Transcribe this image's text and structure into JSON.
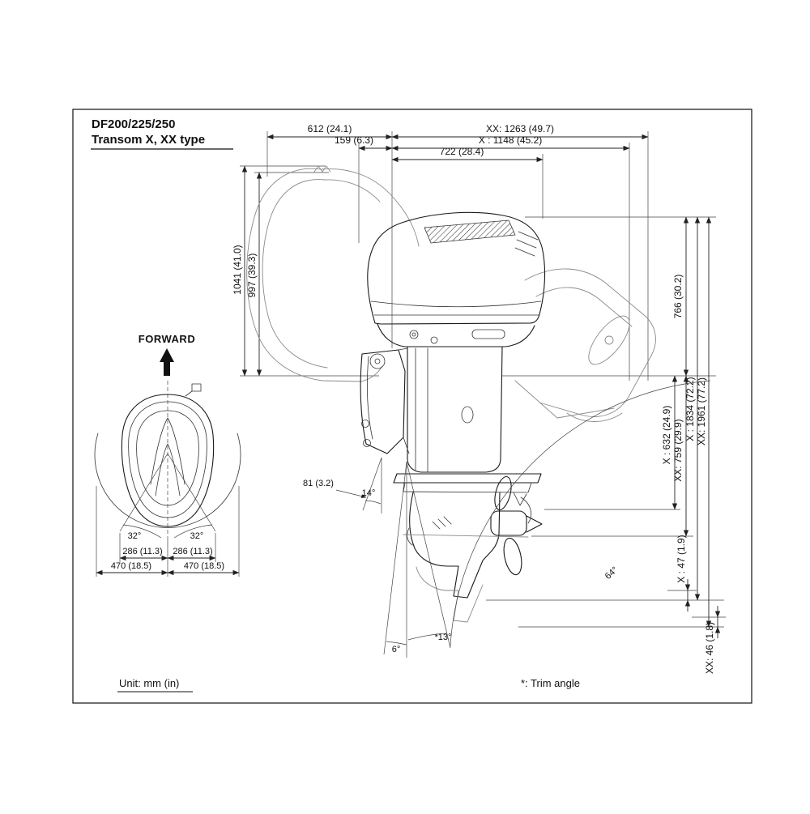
{
  "title": {
    "line1": "DF200/225/250",
    "line2": "Transom X, XX type"
  },
  "dims_top": {
    "d612": "612 (24.1)",
    "d159": "159 (6.3)",
    "dxx1263": "XX: 1263 (49.7)",
    "dx1148": "X : 1148 (45.2)",
    "d722": "722 (28.4)"
  },
  "dims_left": {
    "d1041": "1041 (41.0)",
    "d997": "997 (39.3)"
  },
  "dims_right": {
    "d766": "766 (30.2)",
    "dx632": "X : 632 (24.9)",
    "dxx759": "XX: 759 (29.9)",
    "dx1834": "X : 1834 (72.2)",
    "dxx1961": "XX: 1961 (77.2)",
    "dx47": "X : 47 (1.9)",
    "dxx46": "XX: 46 (1.8)"
  },
  "angles": {
    "a81": "81 (3.2)",
    "a14": "14°",
    "a6": "6°",
    "a13": "*13°",
    "a64": "64°"
  },
  "top_view": {
    "forward_label": "FORWARD",
    "a32_left": "32°",
    "a32_right": "32°",
    "d286_left": "286 (11.3)",
    "d286_right": "286 (11.3)",
    "d470_left": "470 (18.5)",
    "d470_right": "470 (18.5)"
  },
  "footer": {
    "unit_note": "Unit: mm (in)",
    "trim_note": "*: Trim angle"
  },
  "colors": {
    "ink": "#1a1a1a",
    "ghost": "#8a8a8a",
    "background": "#ffffff"
  }
}
